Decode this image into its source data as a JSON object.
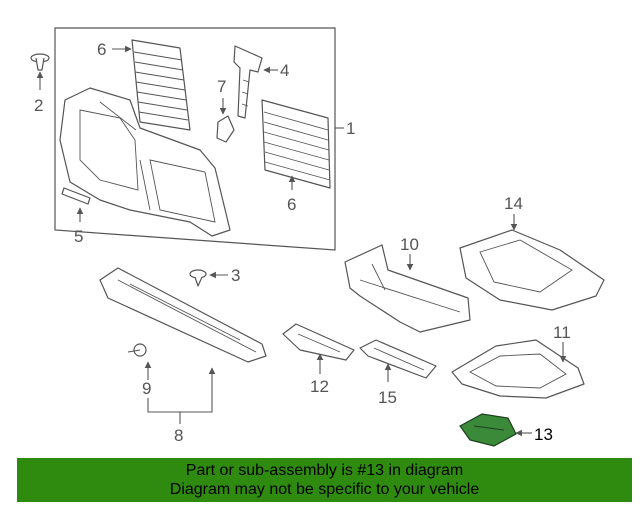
{
  "diagram": {
    "callouts": [
      {
        "id": "1",
        "text": "1"
      },
      {
        "id": "2",
        "text": "2"
      },
      {
        "id": "3",
        "text": "3"
      },
      {
        "id": "4",
        "text": "4"
      },
      {
        "id": "5",
        "text": "5"
      },
      {
        "id": "6a",
        "text": "6"
      },
      {
        "id": "6b",
        "text": "6"
      },
      {
        "id": "7",
        "text": "7"
      },
      {
        "id": "8",
        "text": "8"
      },
      {
        "id": "9",
        "text": "9"
      },
      {
        "id": "10",
        "text": "10"
      },
      {
        "id": "11",
        "text": "11"
      },
      {
        "id": "12",
        "text": "12"
      },
      {
        "id": "13",
        "text": "13"
      },
      {
        "id": "14",
        "text": "14"
      },
      {
        "id": "15",
        "text": "15"
      }
    ],
    "highlight_color": "#3a8a3a"
  },
  "banner": {
    "line1": "Part or sub-assembly is #13 in diagram",
    "line2": "Diagram may not be specific to your vehicle",
    "background": "#2e8b0f"
  }
}
